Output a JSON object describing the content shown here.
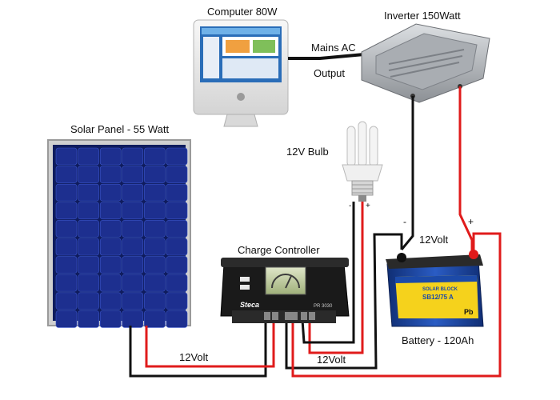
{
  "labels": {
    "computer": "Computer 80W",
    "inverter": "Inverter 150Watt",
    "mains_ac": "Mains AC",
    "output": "Output",
    "bulb": "12V Bulb",
    "solar_panel": "Solar Panel  - 55 Watt",
    "charge_controller": "Charge Controller",
    "volt_top": "12Volt",
    "volt_left": "12Volt",
    "volt_mid": "12Volt",
    "battery": "Battery - 120Ah",
    "minus_sign": "-",
    "plus_sign": "+",
    "bulb_minus": "-",
    "bulb_plus": "+",
    "controller_brand": "Steca",
    "controller_model": "PR 3030",
    "battery_brand": "SOLAR BLOCK",
    "battery_model": "SB12/75 A",
    "battery_pb": "Pb"
  },
  "colors": {
    "wire_black": "#111111",
    "wire_red": "#e01b1b",
    "panel_cell": "#1d2f8f",
    "panel_frame": "#c8c8c8",
    "controller_body": "#1a1a1a",
    "battery_body": "#1c4aa8",
    "battery_label": "#f5d21c",
    "monitor_frame": "#e6e6e6",
    "inverter_body": "#b9bcc0"
  }
}
